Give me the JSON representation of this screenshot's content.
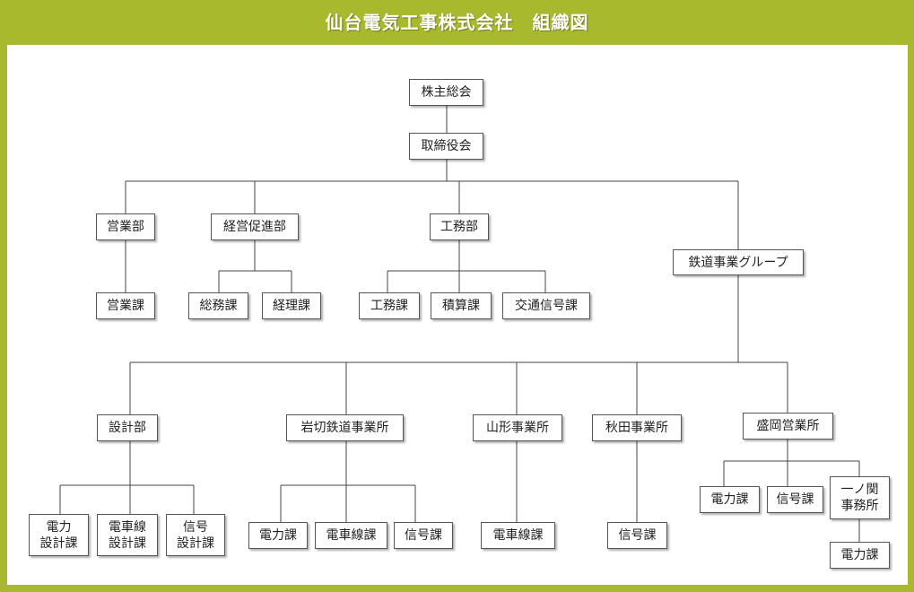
{
  "title": "仙台電気工事株式会社　組織図",
  "org": {
    "shareholders": "株主総会",
    "board": "取締役会",
    "sales_dept": "営業部",
    "sales_section": "営業課",
    "planning_dept": "経営促進部",
    "general_affairs": "総務課",
    "accounting": "経理課",
    "construction_dept": "工務部",
    "construction_section": "工務課",
    "estimation": "積算課",
    "traffic_signal": "交通信号課",
    "railway_group": "鉄道事業グループ",
    "design_dept": "設計部",
    "power_design": "電力\n設計課",
    "catenary_design": "電車線\n設計課",
    "signal_design": "信号\n設計課",
    "iwakiri_office": "岩切鉄道事業所",
    "iwakiri_power": "電力課",
    "iwakiri_catenary": "電車線課",
    "iwakiri_signal": "信号課",
    "yamagata_office": "山形事業所",
    "yamagata_catenary": "電車線課",
    "akita_office": "秋田事業所",
    "akita_signal": "信号課",
    "morioka_office": "盛岡営業所",
    "morioka_power": "電力課",
    "morioka_signal": "信号課",
    "ichinoseki_office": "一ノ関\n事務所",
    "ichinoseki_power": "電力課"
  }
}
